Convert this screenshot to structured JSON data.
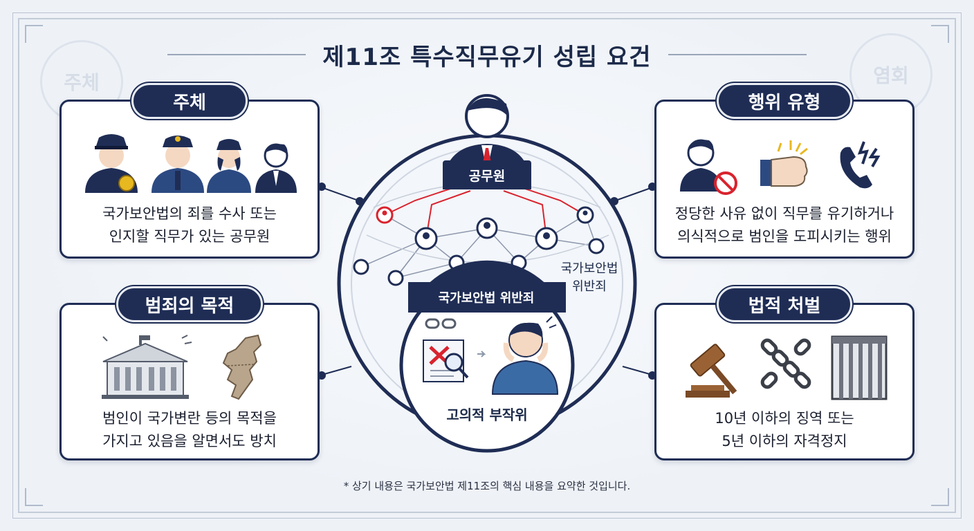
{
  "title": "제11조 특수직무유기 성립 요건",
  "watermarks": {
    "left": "주체",
    "right": "염회"
  },
  "subject": {
    "heading": "주체",
    "text_line1": "국가보안법의 죄를 수사 또는",
    "text_line2": "인지할 직무가 있는 공무원"
  },
  "action": {
    "heading": "행위 유형",
    "text_line1": "정당한 사유 없이 직무를 유기하거나",
    "text_line2": "의식적으로 범인을 도피시키는 행위"
  },
  "purpose": {
    "heading": "범죄의 목적",
    "text_line1": "범인이 국가변란 등의 목적을",
    "text_line2": "가지고 있음을 알면서도 방치"
  },
  "penalty": {
    "heading": "법적 처벌",
    "text_line1": "10년 이하의 징역 또는",
    "text_line2": "5년 이하의 자격정지"
  },
  "center": {
    "official": "공무원",
    "side_label_line1": "국가보안법",
    "side_label_line2": "위반죄",
    "inner_banner": "국가보안법 위반죄",
    "inner_caption": "고의적 부작위"
  },
  "footnote": "* 상기 내용은 국가보안법 제11조의 핵심 내용을 요약한 것입니다.",
  "colors": {
    "navy": "#1f2d55",
    "accent_red": "#d9232e",
    "network_gray": "#8c97ab",
    "shirt_blue": "#3b6ba5"
  }
}
